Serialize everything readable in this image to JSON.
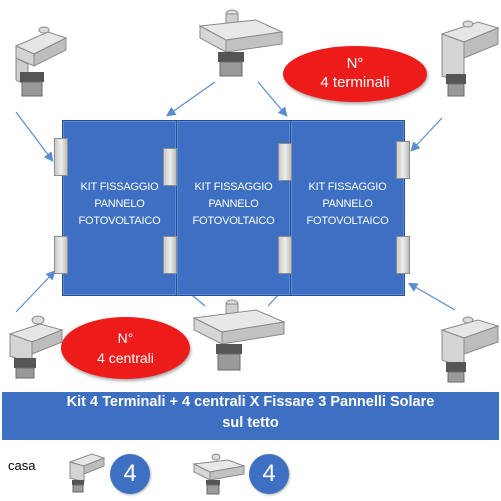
{
  "panels": [
    {
      "line1": "KIT  FISSAGGIO",
      "line2": "PANNELO",
      "line3": "FOTOVOLTAICO"
    },
    {
      "line1": "KIT  FISSAGGIO",
      "line2": "PANNELO",
      "line3": "FOTOVOLTAICO"
    },
    {
      "line1": "KIT  FISSAGGIO",
      "line2": "PANNELO",
      "line3": "FOTOVOLTAICO"
    }
  ],
  "oval_top": {
    "line1": "N°",
    "line2": "4 terminali"
  },
  "oval_bottom": {
    "line1": "N°",
    "line2": "4 centrali"
  },
  "banner": {
    "line1": "Kit  4 Terminali + 4 centrali   X Fissare  3 Pannelli Solare",
    "line2": "sul tetto"
  },
  "footer": {
    "label": "casa",
    "count_terminal": "4",
    "count_central": "4"
  },
  "colors": {
    "panel_blue": "#3d6fc2",
    "oval_red": "#ee1b1b",
    "arrow_blue": "#5a8bd0"
  }
}
